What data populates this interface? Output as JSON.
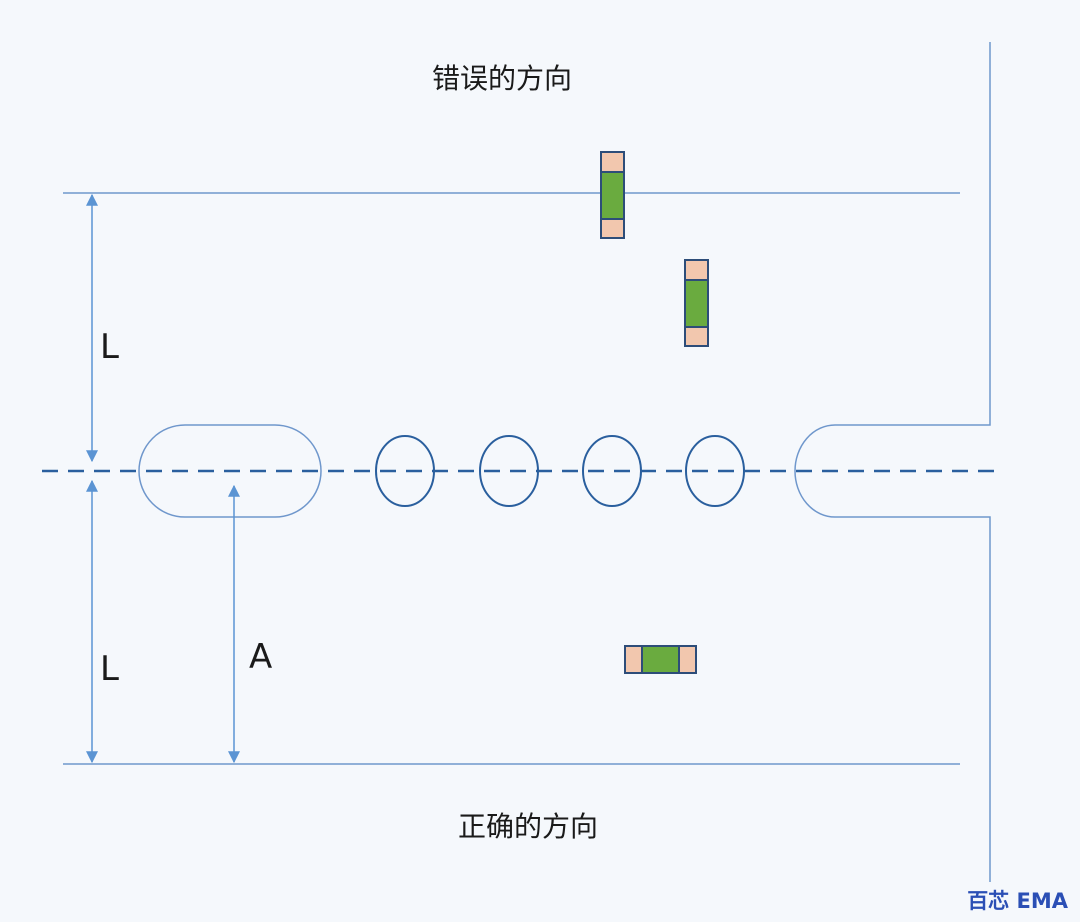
{
  "labels": {
    "wrong_direction": "错误的方向",
    "right_direction": "正确的方向",
    "dimension_L_top": "L",
    "dimension_L_bottom": "L",
    "dimension_A": "A"
  },
  "watermark": "百芯 EMA",
  "colors": {
    "line": "#5b94d3",
    "outline": "#6f97cc",
    "centerline": "#2a5f9e",
    "arrow": "#5b94d3",
    "component_body": "#6aab3f",
    "component_pad": "#f2c7ae",
    "component_border": "#2d4d79",
    "background": "#f5f8fc"
  }
}
